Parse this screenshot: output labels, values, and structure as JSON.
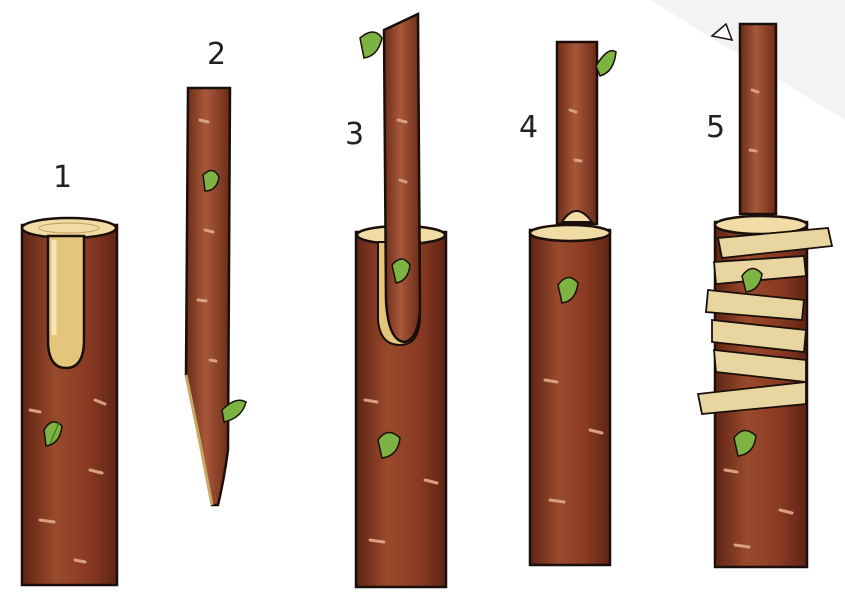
{
  "steps": [
    {
      "number": "1"
    },
    {
      "number": "2"
    },
    {
      "number": "3"
    },
    {
      "number": "4"
    },
    {
      "number": "5"
    }
  ],
  "colors": {
    "bark": "#8a3a22",
    "bark_dark": "#5e2415",
    "bark_light": "#a8583a",
    "wood": "#e8c98a",
    "cut_face": "#f1dca6",
    "leaf": "#7cb342",
    "tape": "#e9d5a0",
    "outline": "#1a0f0a"
  }
}
